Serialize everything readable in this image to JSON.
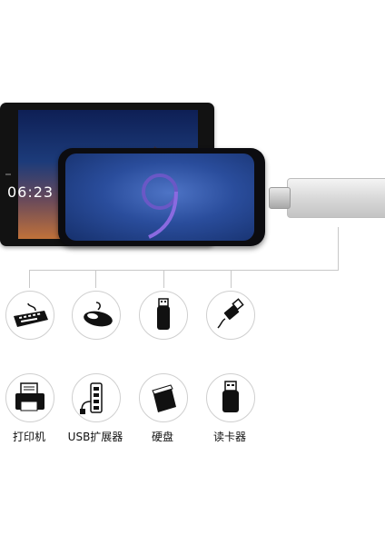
{
  "tablet": {
    "time": "06:23"
  },
  "devices_top": [
    {
      "icon": "keyboard-icon"
    },
    {
      "icon": "mouse-icon"
    },
    {
      "icon": "usb-flash-drive-icon"
    },
    {
      "icon": "usb-cable-icon"
    }
  ],
  "devices_bottom": [
    {
      "icon": "printer-icon",
      "label": "打印机"
    },
    {
      "icon": "usb-hub-icon",
      "label": "USB扩展器"
    },
    {
      "icon": "hard-drive-icon",
      "label": "硬盘"
    },
    {
      "icon": "card-reader-icon",
      "label": "读卡器"
    }
  ],
  "colors": {
    "line": "#c8c8c8",
    "circle_border": "#cfcfcf",
    "phone_screen": "#2a4d9c"
  }
}
